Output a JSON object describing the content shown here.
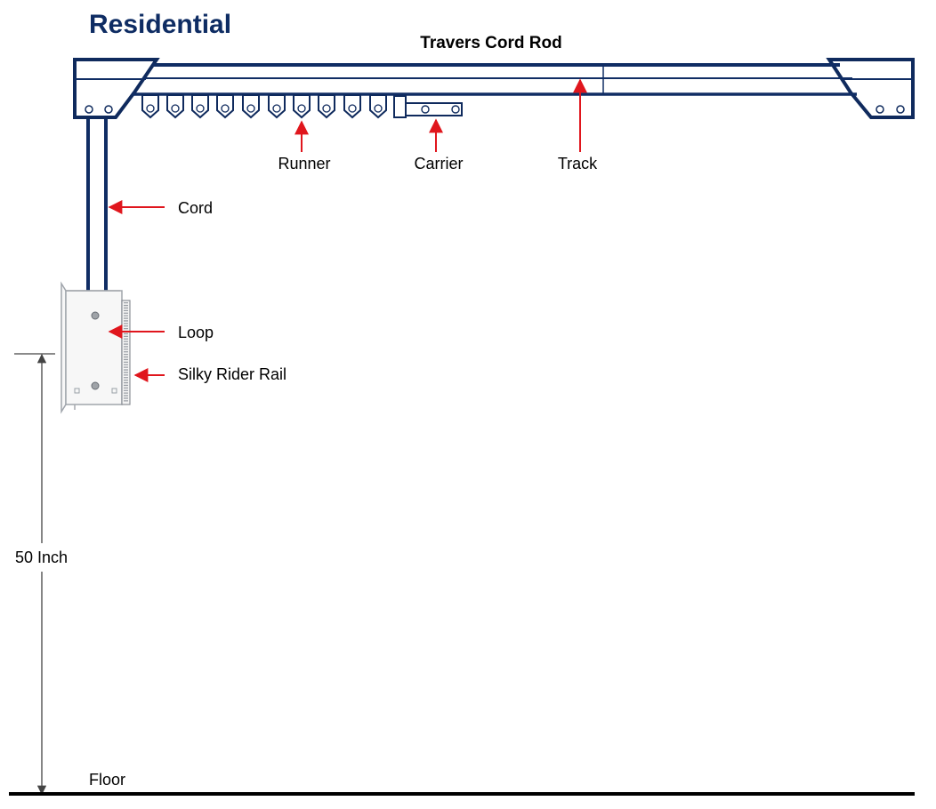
{
  "title": "Residential",
  "subtitle": "Travers Cord Rod",
  "labels": {
    "runner": "Runner",
    "carrier": "Carrier",
    "track": "Track",
    "cord": "Cord",
    "loop": "Loop",
    "silky_rider_rail": "Silky Rider Rail",
    "height": "50 Inch",
    "floor": "Floor"
  },
  "colors": {
    "title": "#0e2c63",
    "drawing": "#102d64",
    "arrow": "#e0161d",
    "dimension": "#444444",
    "floor": "#000000"
  }
}
